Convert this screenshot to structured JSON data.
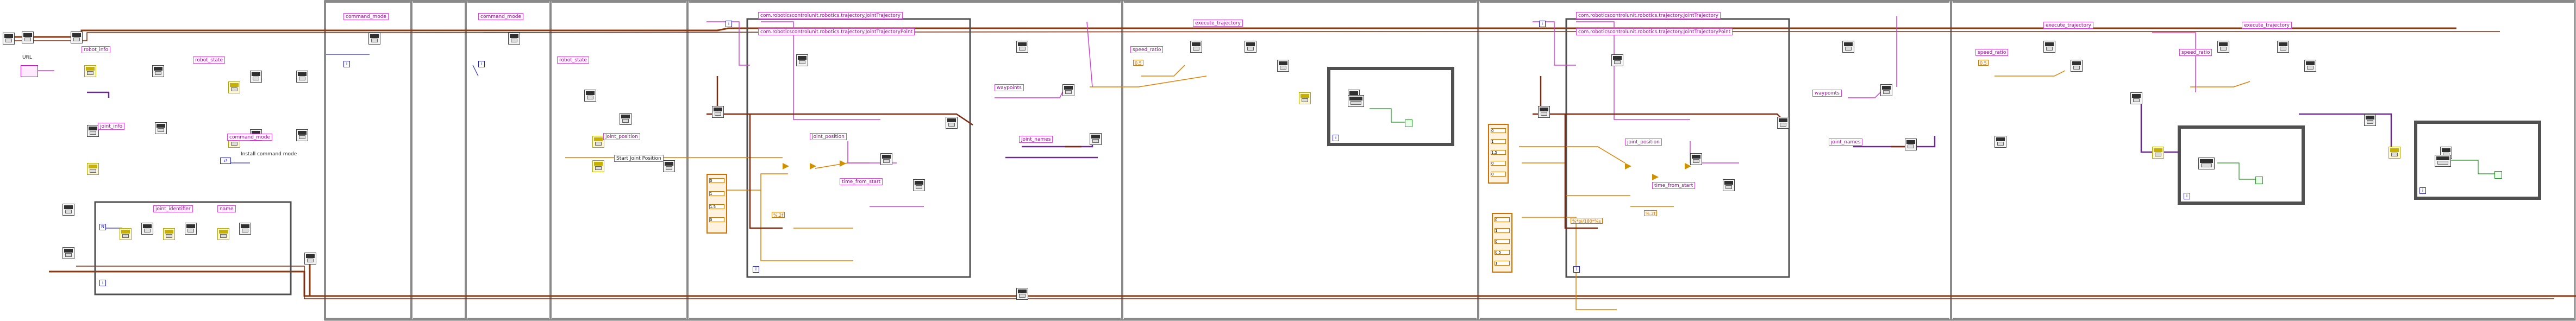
{
  "labels": {
    "url_ctrl": "URL",
    "command_mode_1": "command_mode",
    "command_mode_2": "command_mode",
    "command_mode_3": "command_mode",
    "install_command_mode": "Install command mode",
    "robot_info": "robot_info",
    "joint_info": "joint_info",
    "robot_state_1": "robot_state",
    "robot_state_2": "robot_state",
    "joint_identifier": "joint_identifier",
    "name": "name",
    "joint_position_1": "joint_position",
    "joint_position_2": "joint_position",
    "joint_position_3": "joint_position",
    "start_joint_position": "Start Joint Position",
    "joint_trajectory_1": "com.roboticscontrolunit.robotics.trajectory.JointTrajectory",
    "joint_trajectory_point_1": "com.roboticscontrolunit.robotics.trajectory.JointTrajectoryPoint",
    "joint_trajectory_2": "com.roboticscontrolunit.robotics.trajectory.JointTrajectory",
    "joint_trajectory_point_2": "com.roboticscontrolunit.robotics.trajectory.JointTrajectoryPoint",
    "time_from_start_1": "time_from_start",
    "time_from_start_2": "time_from_start",
    "waypoints_1": "waypoints",
    "waypoints_2": "waypoints",
    "joint_names_1": "joint_names",
    "joint_names_2": "joint_names",
    "execute_trajectory_1": "execute_trajectory",
    "execute_trajectory_2": "execute_trajectory",
    "execute_trajectory_3": "execute_trajectory",
    "speed_ratio_1": "speed_ratio",
    "speed_ratio_2": "speed_ratio",
    "speed_ratio_3": "speed_ratio"
  },
  "constants": {
    "format_1": "%.2f",
    "format_2": "%.2f",
    "format_3": "%*pi/180*%s",
    "speed_1": "0.5",
    "speed_2": "0.5",
    "array_1": [
      "0",
      "1",
      "1.5",
      "0"
    ],
    "array_2": [
      "0",
      "1",
      "1.5",
      "0",
      "0"
    ],
    "array_3": [
      "0",
      "1",
      "0",
      "0.5",
      "1"
    ]
  },
  "colors": {
    "wire_brown": "#8b3a0f",
    "wire_orange": "#e08000",
    "wire_pink": "#d040d0",
    "wire_purple": "#6a2a8a",
    "wire_blue": "#3030c0",
    "wire_green": "#209020",
    "frame": "#8a8a8a",
    "loop": "#505050"
  }
}
